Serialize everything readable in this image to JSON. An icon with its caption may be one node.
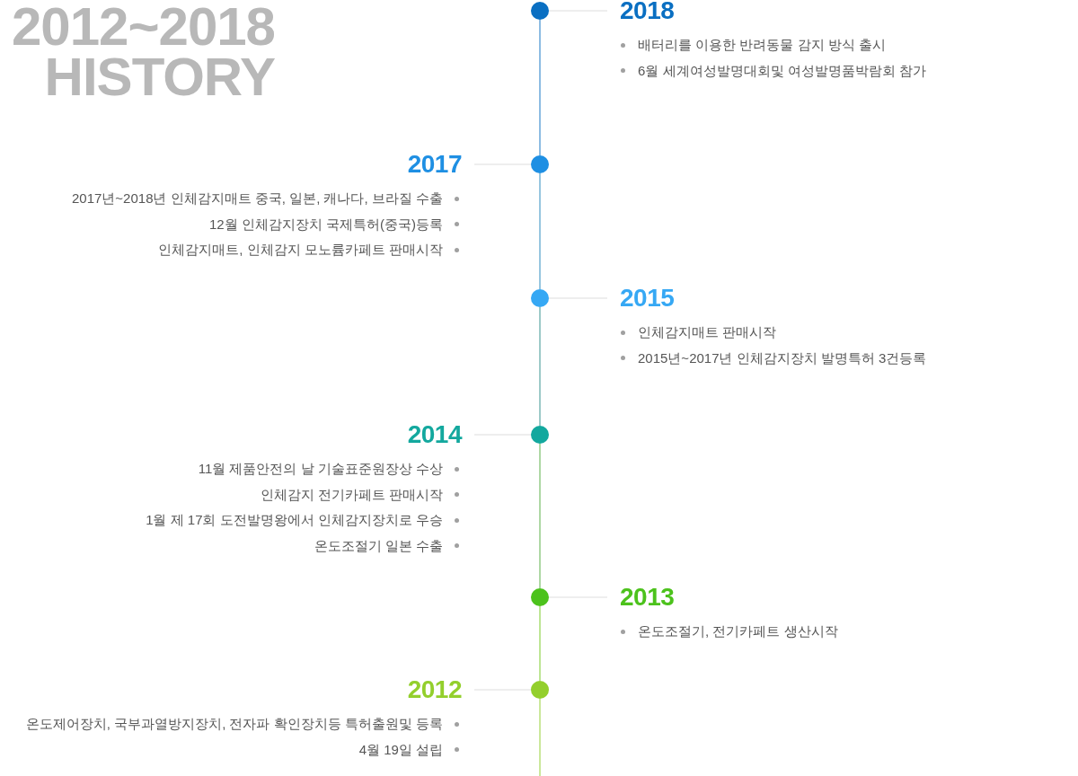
{
  "diagram": {
    "title": "2012~2018 HISTORY",
    "nodes": [
      {
        "text": [],
        "shape": "circle"
      },
      {
        "text": [
          "2018"
        ],
        "beside": [
          "배터리를 이용한 반려동물 감지 방식 출시",
          "6월 세계여성발명대회및 여성발명품박람회 참가"
        ]
      },
      {
        "text": [],
        "shape": "circle"
      },
      {
        "text": [
          "2017"
        ],
        "beside": [
          "2017년~2018년 인체감지매트 중국, 일본, 캐나다, 브라질 수출",
          "12월 인체감지장치 국제특허(중국)등록",
          "인체감지매트, 인체감지 모노륨카페트 판매시작"
        ]
      },
      {
        "text": [],
        "shape": "circle"
      },
      {
        "text": [
          "2015"
        ],
        "beside": [
          "인체감지매트 판매시작",
          "2015년~2017년 인체감지장치 발명특허 3건등록"
        ]
      },
      {
        "text": [],
        "shape": "circle"
      },
      {
        "text": [
          "2014"
        ],
        "beside": [
          "11월 제품안전의 날 기술표준원장상 수상",
          "인체감지 전기카페트 판매시작",
          "1월 제 17회 도전발명왕에서 인체감지장치로 우승",
          "온도조절기 일본 수출"
        ]
      },
      {
        "text": [],
        "shape": "circle"
      },
      {
        "text": [
          "2013"
        ],
        "beside": [
          "온도조절기, 전기카페트 생산시작"
        ]
      },
      {
        "text": [],
        "shape": "circle"
      },
      {
        "text": [
          "2012"
        ],
        "beside": [
          "온도제어장치, 국부과열방지장치, 전자파 확인장치등 특허출원및 등록",
          "4월 19일 설립"
        ]
      }
    ],
    "edges": [
      {
        "from": 0,
        "to": 1,
        "arrow": "none"
      },
      {
        "from": 2,
        "to": 3,
        "arrow": "none"
      },
      {
        "from": 4,
        "to": 5,
        "arrow": "none"
      },
      {
        "from": 6,
        "to": 7,
        "arrow": "none"
      },
      {
        "from": 8,
        "to": 9,
        "arrow": "none"
      },
      {
        "from": 10,
        "to": 11,
        "arrow": "none"
      },
      {
        "from": 0,
        "to": 2,
        "arrow": "none",
        "color": "#1b78c6"
      },
      {
        "from": 2,
        "to": 4,
        "arrow": "none",
        "color": "#2f8cc0"
      },
      {
        "from": 4,
        "to": 6,
        "arrow": "none",
        "color": "#3a9490"
      },
      {
        "from": 6,
        "to": 8,
        "arrow": "none",
        "color": "#5cb04a"
      },
      {
        "from": 8,
        "to": 10,
        "arrow": "none",
        "color": "#7ccc2a"
      },
      {
        "from": 10,
        "to": null,
        "arrow": "none",
        "color": "#96d036"
      }
    ]
  }
}
